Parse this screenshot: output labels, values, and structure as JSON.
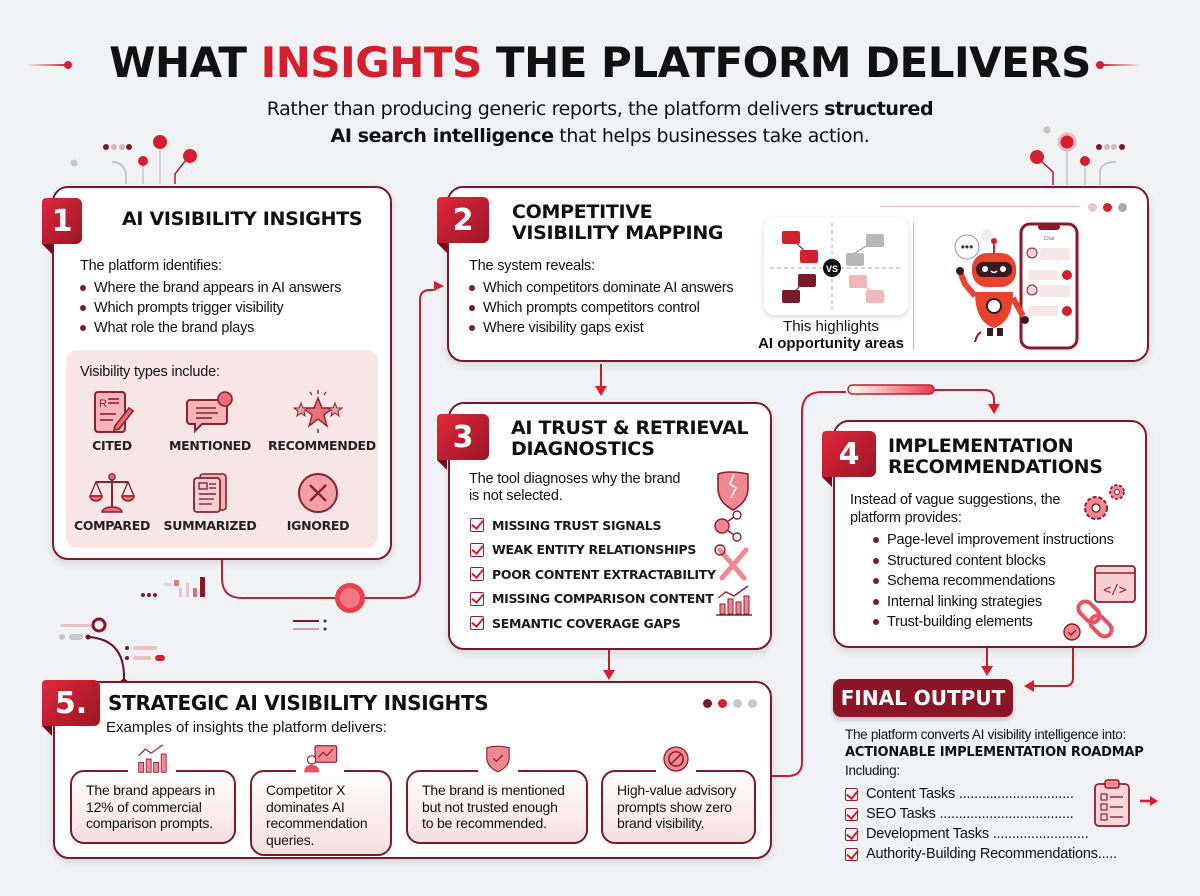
{
  "header": {
    "title_part1": "WHAT ",
    "title_accent": "INSIGHTS",
    "title_part2": " THE PLATFORM DELIVERS",
    "subtitle_line1_plain": "Rather than producing generic reports, the platform delivers ",
    "subtitle_line1_bold": "structured",
    "subtitle_line2_bold": "AI search intelligence",
    "subtitle_line2_plain": " that helps businesses take action."
  },
  "colors": {
    "accent": "#d3202f",
    "dark_accent": "#7a1a2a",
    "panel_pink": "#f8e6e7",
    "background": "#f1f2f5"
  },
  "section1": {
    "number": "1",
    "title": "AI VISIBILITY INSIGHTS",
    "intro": "The platform identifies:",
    "bullets": [
      "Where the brand appears in AI answers",
      "Which prompts trigger visibility",
      "What role the brand plays"
    ],
    "types_label": "Visibility types include:",
    "types": [
      {
        "label": "CITED",
        "icon": "document-pencil-icon"
      },
      {
        "label": "MENTIONED",
        "icon": "chat-bubble-icon"
      },
      {
        "label": "RECOMMENDED",
        "icon": "stars-icon"
      },
      {
        "label": "COMPARED",
        "icon": "scale-icon"
      },
      {
        "label": "SUMMARIZED",
        "icon": "documents-icon"
      },
      {
        "label": "IGNORED",
        "icon": "x-circle-icon"
      }
    ]
  },
  "section2": {
    "number": "2",
    "title_line1": "COMPETITIVE",
    "title_line2": "VISIBILITY MAPPING",
    "intro": "The system reveals:",
    "bullets": [
      "Which competitors dominate AI answers",
      "Which prompts competitors control",
      "Where visibility gaps exist"
    ],
    "vs_label": "VS",
    "highlight_line1": "This highlights",
    "highlight_line2": "AI opportunity areas",
    "phone_header": "Chat"
  },
  "section3": {
    "number": "3",
    "title_line1": "AI TRUST & RETRIEVAL",
    "title_line2": "DIAGNOSTICS",
    "intro_line1": "The tool diagnoses why the brand",
    "intro_line2": "is not selected.",
    "checks": [
      "MISSING TRUST SIGNALS",
      "WEAK ENTITY RELATIONSHIPS",
      "POOR CONTENT EXTRACTABILITY",
      "MISSING COMPARISON CONTENT",
      "SEMANTIC COVERAGE GAPS"
    ]
  },
  "section4": {
    "number": "4",
    "title_line1": "IMPLEMENTATION",
    "title_line2": "RECOMMENDATIONS",
    "intro_line1": "Instead of vague suggestions, the",
    "intro_line2": "platform provides:",
    "bullets": [
      "Page-level improvement instructions",
      "Structured content blocks",
      "Schema recommendations",
      "Internal linking strategies",
      "Trust-building elements"
    ]
  },
  "section5": {
    "number": "5.",
    "title": "STRATEGIC AI VISIBILITY INSIGHTS",
    "intro": "Examples of insights the platform delivers:",
    "insights": [
      {
        "text": "The brand appears in 12% of commercial comparison prompts.",
        "icon": "bar-chart-trend-icon"
      },
      {
        "text": "Competitor X dominates AI recommendation queries.",
        "icon": "presenter-chart-icon"
      },
      {
        "text": "The brand is mentioned but not trusted enough to be recommended.",
        "icon": "shield-check-icon"
      },
      {
        "text": "High-value advisory prompts show zero brand visibility.",
        "icon": "prohibited-icon"
      }
    ]
  },
  "final": {
    "label": "FINAL OUTPUT",
    "line1": "The platform converts AI visibility intelligence into:",
    "line2": "ACTIONABLE IMPLEMENTATION ROADMAP",
    "line3": "Including:",
    "tasks": [
      "Content Tasks ..............................",
      "SEO Tasks ...................................",
      "Development Tasks .........................",
      "Authority-Building Recommendations....."
    ]
  }
}
